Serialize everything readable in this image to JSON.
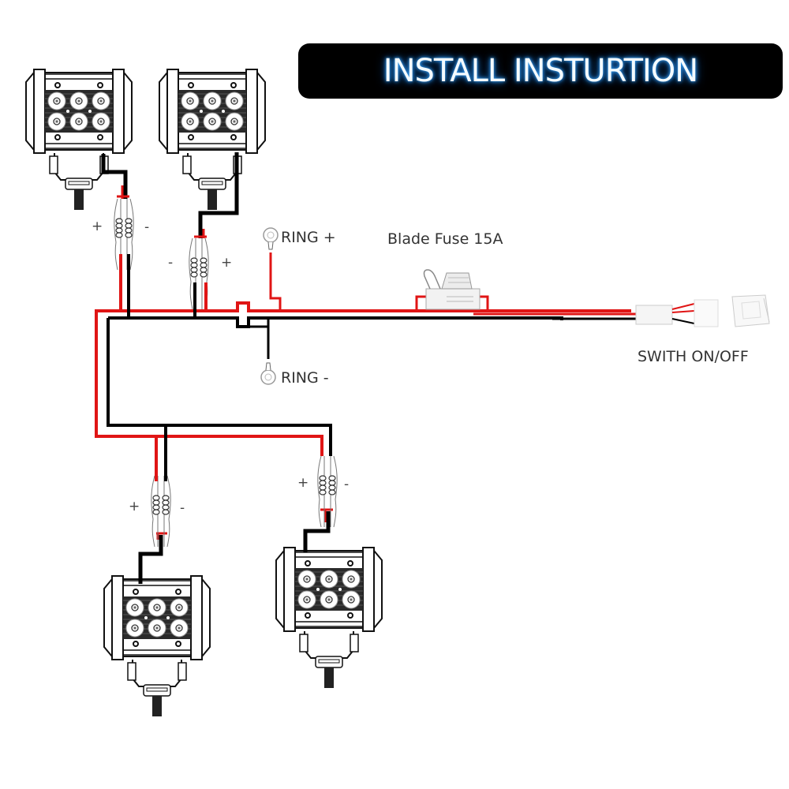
{
  "title": "INSTALL INSTURTION",
  "labels": {
    "ring_positive": "RING +",
    "ring_negative": "RING -",
    "fuse": "Blade Fuse 15A",
    "switch": "SWITH ON/OFF"
  },
  "polarity": {
    "plus": "+",
    "minus": "-"
  },
  "components": {
    "lights": [
      "LED light top-left",
      "LED light top-right",
      "LED light bottom-left",
      "LED light bottom-right"
    ],
    "connectors": 4
  },
  "colors": {
    "positive_wire": "#e01515",
    "negative_wire": "#000000",
    "banner_bg": "#000000",
    "banner_glow": "#2a8fff"
  }
}
